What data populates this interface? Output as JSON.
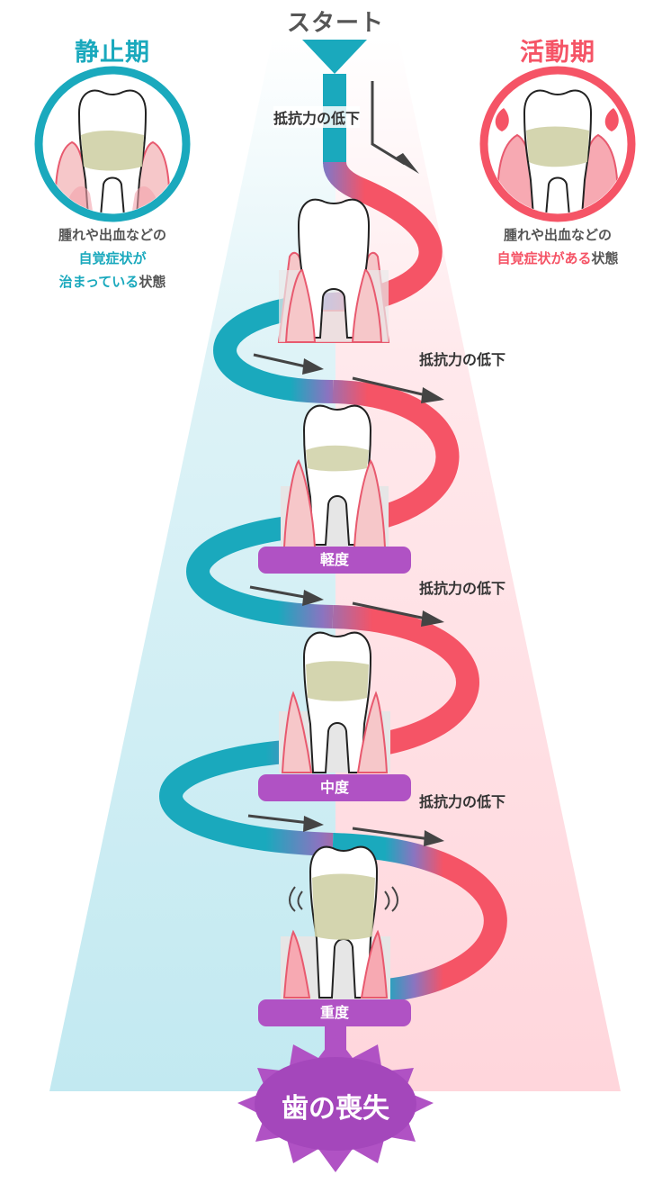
{
  "start_label": "スタート",
  "colors": {
    "rest": "#1aa9bd",
    "active": "#f55466",
    "severity": "#b052c4",
    "rest_bg": "#c7ebf2",
    "active_bg": "#ffd9de"
  },
  "rest_phase": {
    "title": "静止期",
    "desc_line1": "腫れや出血などの",
    "desc_line2": "自覚症状が",
    "desc_line3_highlight": "治まっている",
    "desc_line3_tail": "状態"
  },
  "active_phase": {
    "title": "活動期",
    "desc_line1": "腫れや出血などの",
    "desc_line2_highlight": "自覚症状がある",
    "desc_line2_tail": "状態"
  },
  "resistance_label": "抵抗力の低下",
  "stages": [
    {
      "label": ""
    },
    {
      "label": "軽度"
    },
    {
      "label": "中度"
    },
    {
      "label": "重度"
    }
  ],
  "final_label": "歯の喪失",
  "icons": [
    "tooth-icon",
    "arrow-icon",
    "starburst-icon"
  ]
}
